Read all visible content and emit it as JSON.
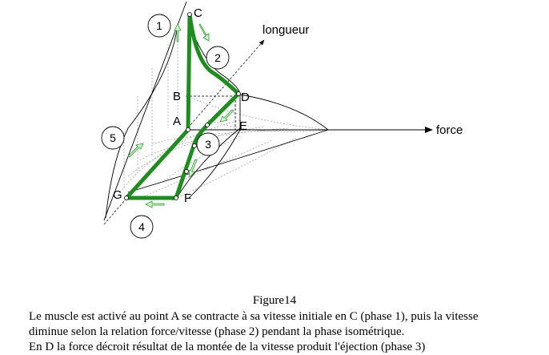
{
  "figure": {
    "axis_labels": {
      "longueur": "longueur",
      "force": "force"
    },
    "point_labels": {
      "C": "C",
      "B": "B",
      "D": "D",
      "A": "A",
      "E": "E",
      "G": "G",
      "F": "F"
    },
    "phase_numbers": {
      "p1": "1",
      "p2": "2",
      "p3": "3",
      "p4": "4",
      "p5": "5"
    },
    "colors": {
      "cycle": "#1e8c1e",
      "arrow_fill": "#d4f0d4",
      "arrow_stroke": "#2e9a2e"
    }
  },
  "caption": "Figure14",
  "paragraph": [
    "Le muscle est activé au point A se contracte à sa vitesse initiale en C (phase 1), puis la vitesse",
    "diminue selon la relation force/vitesse (phase 2) pendant la phase isométrique.",
    "En D la force décroit résultat de la montée de la vitesse produit l'éjection (phase 3)"
  ]
}
